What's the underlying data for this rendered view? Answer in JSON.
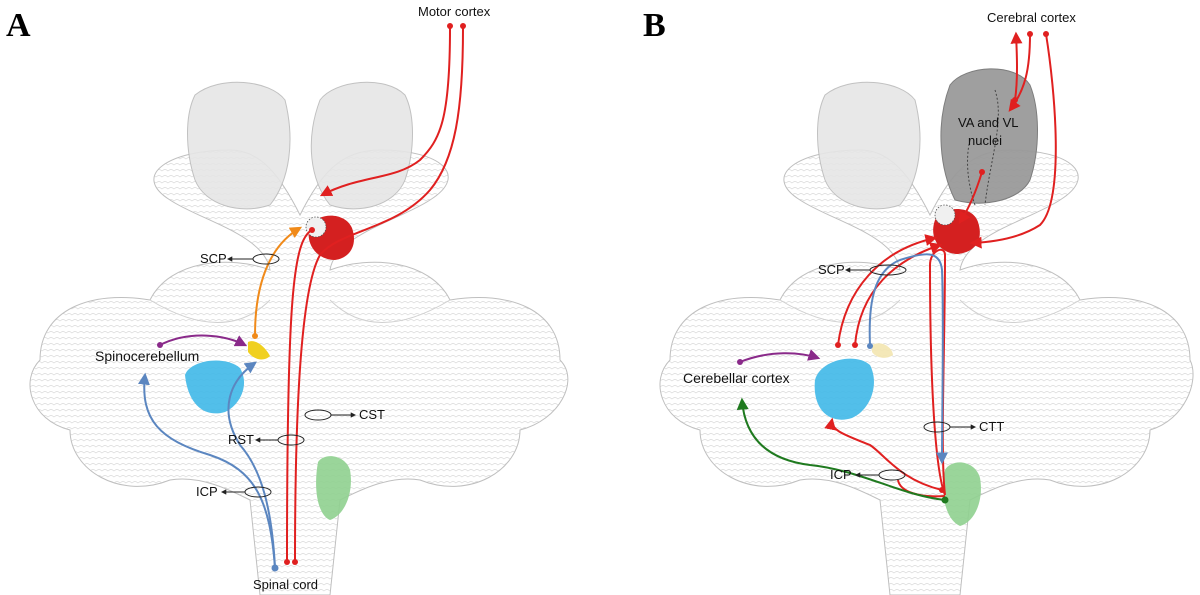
{
  "panel_a": {
    "letter": "A",
    "labels": {
      "motor_cortex": "Motor cortex",
      "scp": "SCP",
      "spinocerebellum": "Spinocerebellum",
      "cst": "CST",
      "rst": "RST",
      "icp": "ICP",
      "spinal_cord": "Spinal cord"
    }
  },
  "panel_b": {
    "letter": "B",
    "labels": {
      "cerebral_cortex": "Cerebral cortex",
      "va_vl_line1": "VA and VL",
      "va_vl_line2": "nuclei",
      "scp": "SCP",
      "cerebellar_cortex": "Cerebellar cortex",
      "ctt": "CTT",
      "icp": "ICP"
    }
  },
  "colors": {
    "red_pathway": "#e02020",
    "orange_pathway": "#f08a1a",
    "blue_pathway": "#5b86c0",
    "purple_pathway": "#8a2a8a",
    "green_pathway": "#1f7a1f",
    "red_nucleus": "#d42020",
    "dentate": "#3fb8e8",
    "inferior_olive": "#8fd08f",
    "thalamus": "#9a9a9a",
    "brain_mesh": "#c8c8c8"
  }
}
